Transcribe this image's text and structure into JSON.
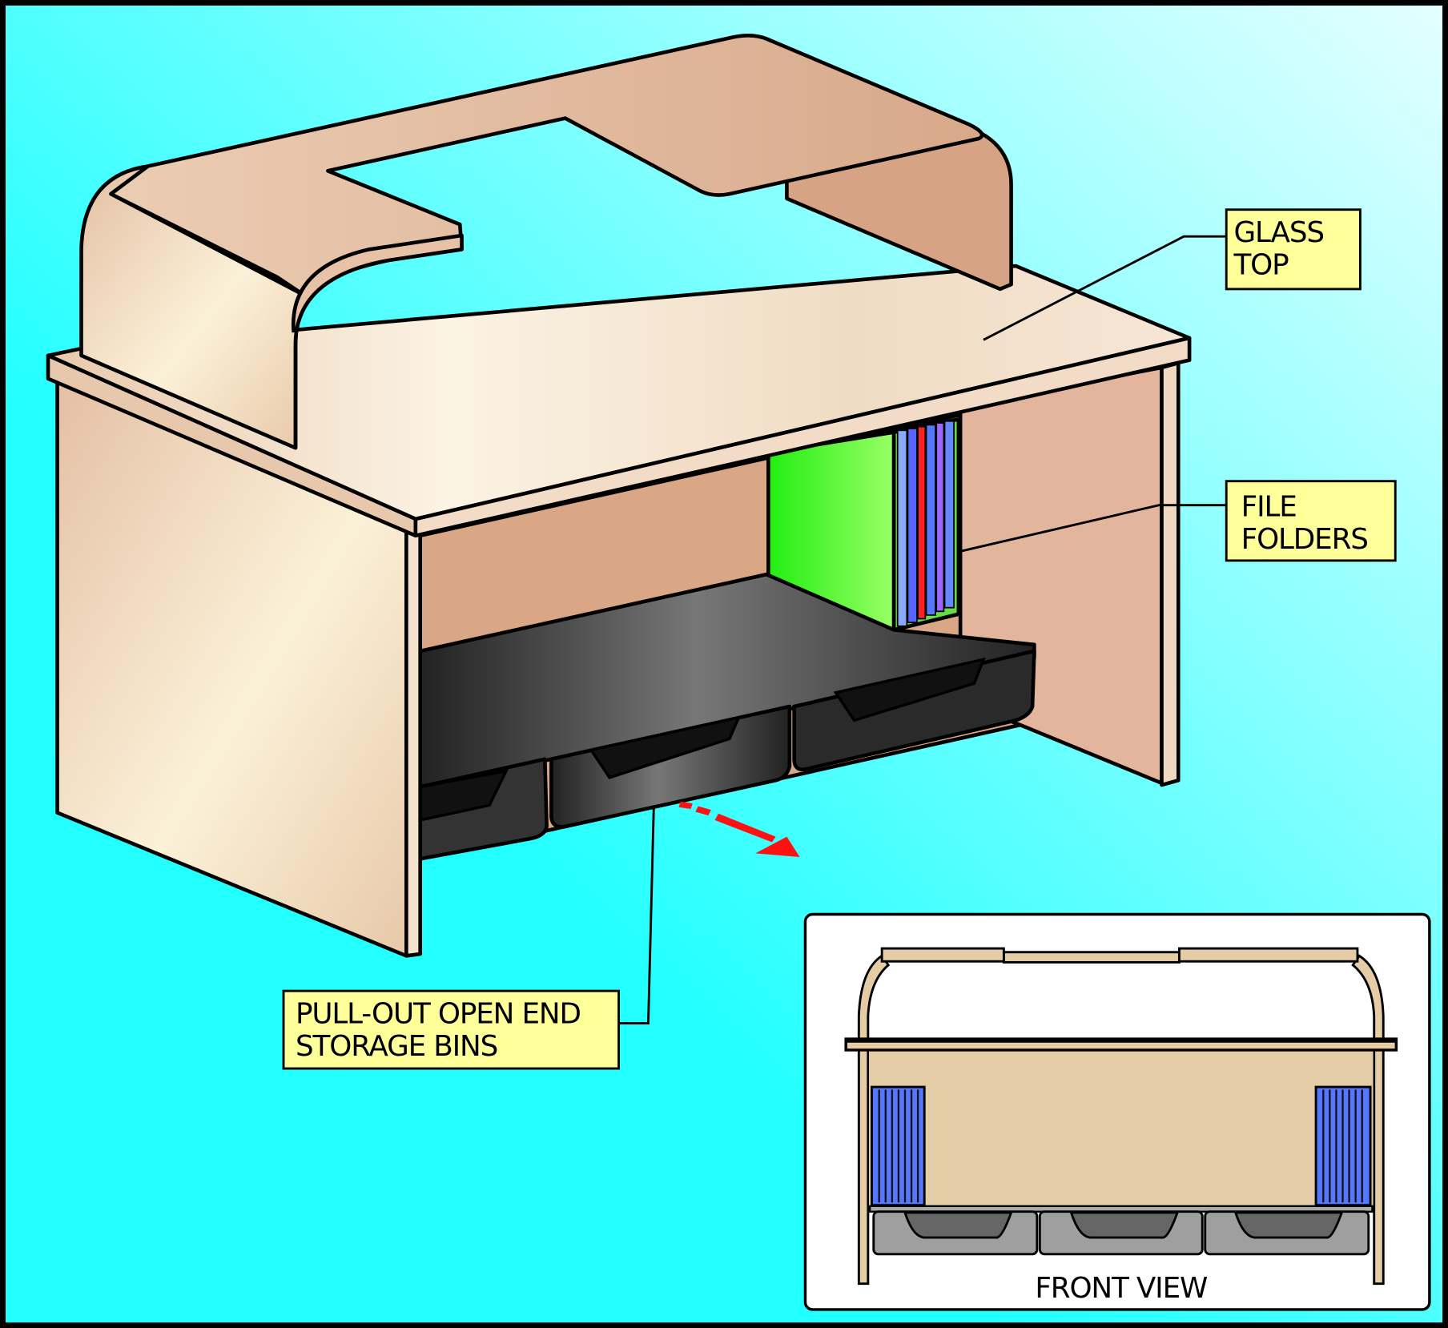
{
  "labels": {
    "glass_top": [
      "GLASS",
      "TOP"
    ],
    "file_folders": [
      "FILE",
      "FOLDERS"
    ],
    "storage_bins": [
      "PULL-OUT OPEN END",
      "STORAGE BINS"
    ],
    "front_view": "FRONT VIEW"
  },
  "colors": {
    "background_light": "#d8ffff",
    "background_dark": "#22ffff",
    "label_fill": "#ffff99",
    "wood": "#dfb49c",
    "front_view_panel": "#e4cda6",
    "folders": "#5577ff",
    "bins": "#9f9f9f",
    "arrow": "#ff0000",
    "folder_box": "#33ff22"
  }
}
